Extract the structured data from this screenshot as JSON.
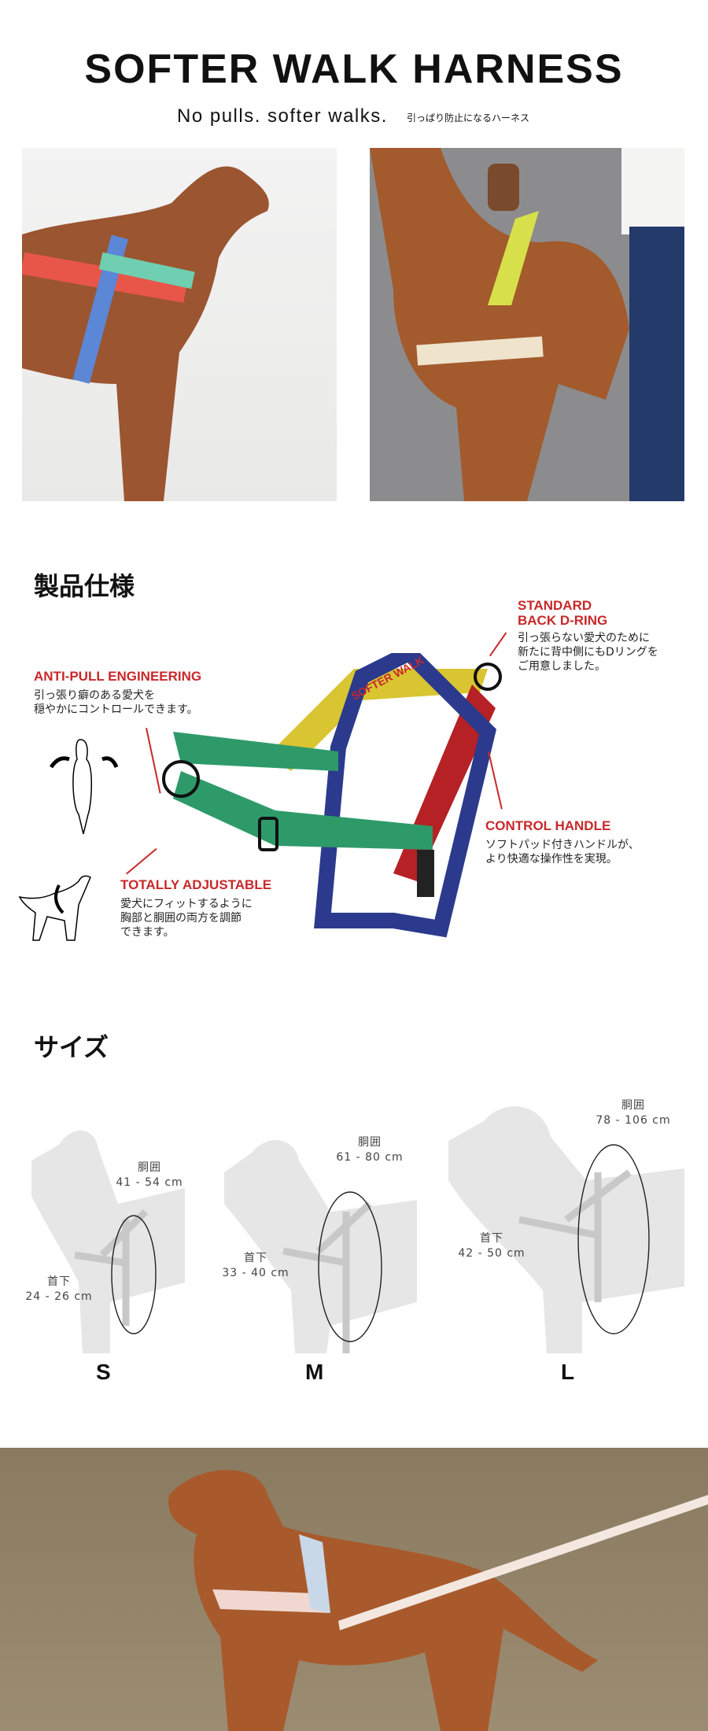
{
  "header": {
    "title": "SOFTER WALK HARNESS",
    "subtitle": "No pulls. softer walks.",
    "subtitle_jp": "引っぱり防止になるハーネス"
  },
  "photos": [
    {
      "alt": "dog-side-colorful-harness"
    },
    {
      "alt": "dog-held-by-handle"
    }
  ],
  "specs": {
    "heading": "製品仕様",
    "features": [
      {
        "title": "ANTI-PULL ENGINEERING",
        "lines": [
          "引っ張り癖のある愛犬を",
          "穏やかにコントロールできます。"
        ]
      },
      {
        "title_lines": [
          "STANDARD",
          "BACK D-RING"
        ],
        "lines": [
          "引っ張らない愛犬のために",
          "新たに背中側にもDリングを",
          "ご用意しました。"
        ]
      },
      {
        "title": "CONTROL HANDLE",
        "lines": [
          "ソフトパッド付きハンドルが、",
          "より快適な操作性を実現。"
        ]
      },
      {
        "title": "TOTALLY ADJUSTABLE",
        "lines": [
          "愛犬にフィットするように",
          "胸部と胴囲の両方を調節",
          "できます。"
        ]
      }
    ],
    "harness_text": "SOFTER WALK",
    "colors": {
      "accent": "#c8282a",
      "green": "#2e9a6a",
      "blue": "#2b3a8c",
      "yellow": "#d8c531",
      "red": "#b52124"
    }
  },
  "sizes": {
    "heading": "サイズ",
    "items": [
      {
        "label": "S",
        "chest_label": "胴囲",
        "chest": "41 - 54 cm",
        "neck_label": "首下",
        "neck": "24 - 26 cm"
      },
      {
        "label": "M",
        "chest_label": "胴囲",
        "chest": "61 - 80 cm",
        "neck_label": "首下",
        "neck": "33 - 40 cm"
      },
      {
        "label": "L",
        "chest_label": "胴囲",
        "chest": "78 - 106 cm",
        "neck_label": "首下",
        "neck": "42 - 50 cm"
      }
    ]
  }
}
